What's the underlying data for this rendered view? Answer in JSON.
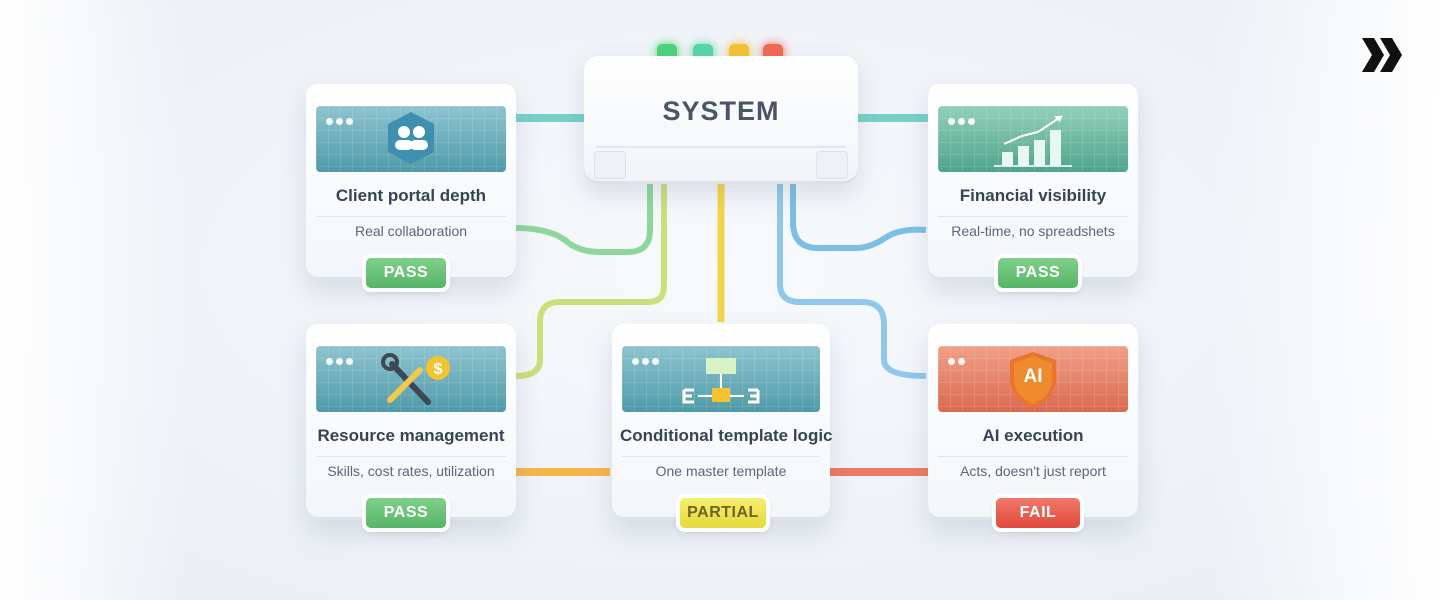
{
  "system": {
    "label": "SYSTEM"
  },
  "status_led_colors": [
    "#4fd27a",
    "#56d6a6",
    "#f3c233",
    "#ef6a55"
  ],
  "nodes": [
    {
      "id": "client-portal",
      "icon": "people-icon",
      "title": "Client portal depth",
      "subtitle": "Real collaboration",
      "status": "PASS",
      "status_color": "#56b566"
    },
    {
      "id": "financial",
      "icon": "bar-chart-icon",
      "title": "Financial visibility",
      "subtitle": "Real-time, no spreadshets",
      "status": "PASS",
      "status_color": "#56b566"
    },
    {
      "id": "resource",
      "icon": "wrench-dollar-icon",
      "title": "Resource management",
      "subtitle": "Skills, cost rates, utilization",
      "status": "PASS",
      "status_color": "#56b566"
    },
    {
      "id": "template",
      "icon": "flow-diagram-icon",
      "title": "Conditional template logic",
      "subtitle": "One master template",
      "status": "PARTIAL",
      "status_color": "#e6d83a"
    },
    {
      "id": "ai",
      "icon": "ai-shield-icon",
      "title": "AI execution",
      "subtitle": "Acts, doesn't just report",
      "status": "FAIL",
      "status_color": "#e0493c",
      "icon_text": "AI"
    }
  ]
}
